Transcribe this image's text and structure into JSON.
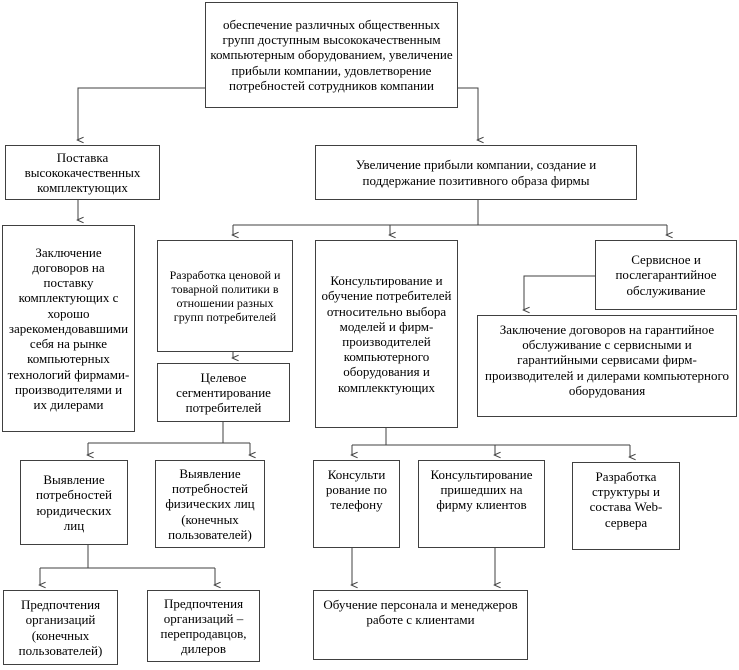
{
  "diagram_type": "goal-tree",
  "colors": {
    "background": "#ffffff",
    "box_fill": "#ffffff",
    "box_border": "#404040",
    "line": "#404040",
    "text": "#000000"
  },
  "nodes": {
    "root": {
      "text": "обеспечение различных общественных групп доступным высококачественным компьютерным оборудованием, увеличение прибыли компании, удовлетворение потребностей сотрудников компании"
    },
    "supply": {
      "text": "Поставка высококачественных комплектующих"
    },
    "profit": {
      "text": "Увеличение прибыли компании, создание и поддержание позитивного образа фирмы"
    },
    "supply_contracts": {
      "text": "Заключение договоров на поставку комплектующих с хорошо зарекомендовавшими себя на рынке компьютерных технологий фирмами-производителями и их дилерами"
    },
    "pricing_policy": {
      "text": "Разработка ценовой и товарной политики в отношении разных групп потребителей"
    },
    "consulting_training": {
      "text": "Консультирование и обучение потребителей относительно выбора моделей и фирм-производителей компьютерного оборудования и комплекктующих"
    },
    "service": {
      "text": "Сервисное и послегарантийное обслуживание"
    },
    "warranty_contracts": {
      "text": "Заключение договоров на гарантийное обслуживание с сервисными и гарантийными сервисами фирм-производителей и дилерами компьютерного оборудования"
    },
    "segmentation": {
      "text": "Целевое сегментирование потребителей"
    },
    "needs_legal": {
      "text": "Выявление потребностей юридических лиц"
    },
    "needs_individuals": {
      "text": "Выявление потребностей физических лиц (конечных пользователей)"
    },
    "phone_consulting": {
      "text": "Консульти рование по телефону"
    },
    "office_consulting": {
      "text": "Консультирование пришедших на фирму клиентов"
    },
    "web_server": {
      "text": "Разработка структуры и состава Web-сервера"
    },
    "pref_end_users": {
      "text": "Предпочтения организаций (конечных пользователей)"
    },
    "pref_resellers": {
      "text": "Предпочтения организаций – перепродавцов, дилеров"
    },
    "staff_training": {
      "text": "Обучение персонала и менеджеров работе с клиентами"
    }
  }
}
